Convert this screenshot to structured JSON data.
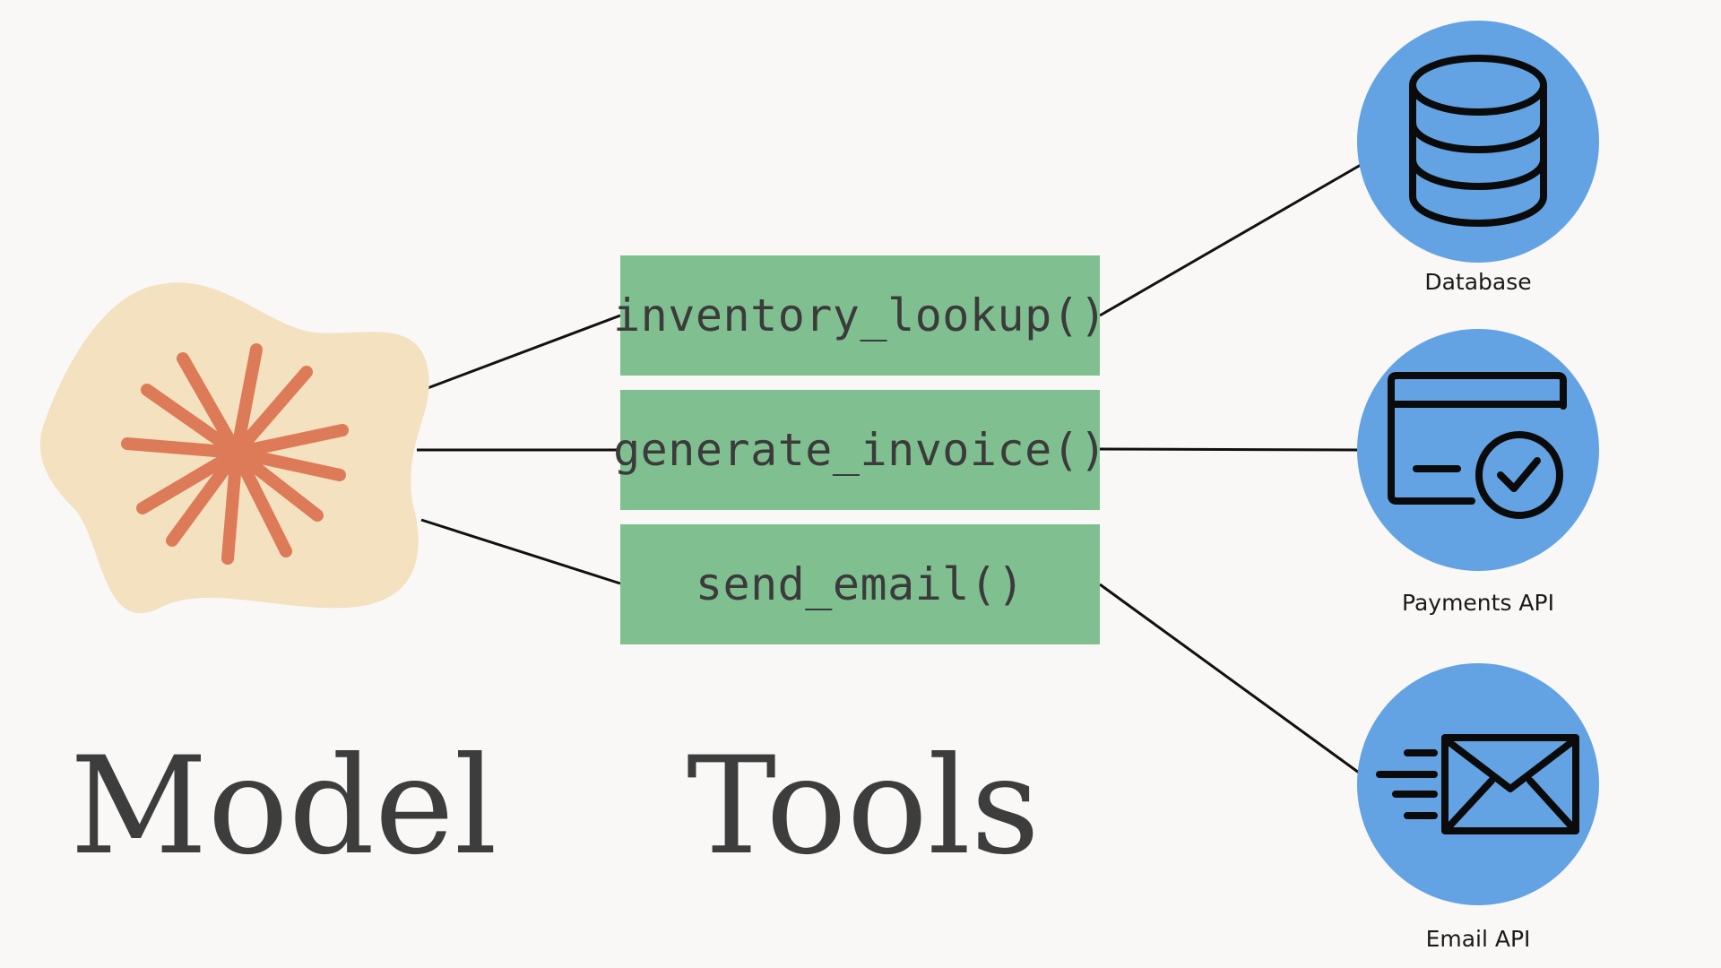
{
  "labels": {
    "model": "Model",
    "tools": "Tools"
  },
  "tools": [
    {
      "label": "inventory_lookup()"
    },
    {
      "label": "generate_invoice()"
    },
    {
      "label": "send_email()"
    }
  ],
  "services": [
    {
      "label": "Database",
      "icon": "database-icon"
    },
    {
      "label": "Payments API",
      "icon": "credit-card-check-icon"
    },
    {
      "label": "Email API",
      "icon": "envelope-fast-icon"
    }
  ],
  "colors": {
    "background": "#f9f8f7",
    "tool_box": "#80c090",
    "service_circle": "#63a3e4",
    "model_blob": "#f3e1c0",
    "model_star": "#dd7a58",
    "text": "#3d3d3d"
  }
}
